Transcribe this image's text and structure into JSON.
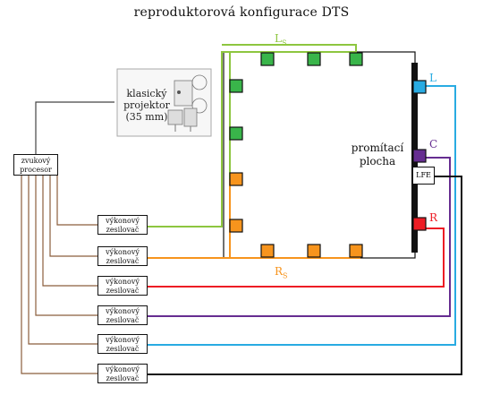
{
  "title": "reproduktorová konfigurace DTS",
  "projector": {
    "label_lines": [
      "klasický",
      "projektor",
      "(35 mm)"
    ]
  },
  "processor": {
    "label_lines": [
      "zvukový",
      "procesor"
    ]
  },
  "screen": {
    "label_lines": [
      "promítací",
      "plocha"
    ]
  },
  "amplifier": {
    "label_lines": [
      "výkonový",
      "zesilovač"
    ]
  },
  "channels": {
    "ls": {
      "main": "L",
      "sub": "S",
      "color": "#8dc63f"
    },
    "rs": {
      "main": "R",
      "sub": "S",
      "color": "#f7941d"
    },
    "l": {
      "label": "L",
      "color": "#29abe2"
    },
    "c": {
      "label": "C",
      "color": "#662d91"
    },
    "r": {
      "label": "R",
      "color": "#ed1c24"
    },
    "lfe": {
      "label": "LFE",
      "color": "#111111"
    }
  },
  "colors": {
    "surround_left_speaker": "#39b54a",
    "surround_right_speaker": "#f7941d",
    "cable": "#8b5e3c",
    "frame": "#111111"
  }
}
